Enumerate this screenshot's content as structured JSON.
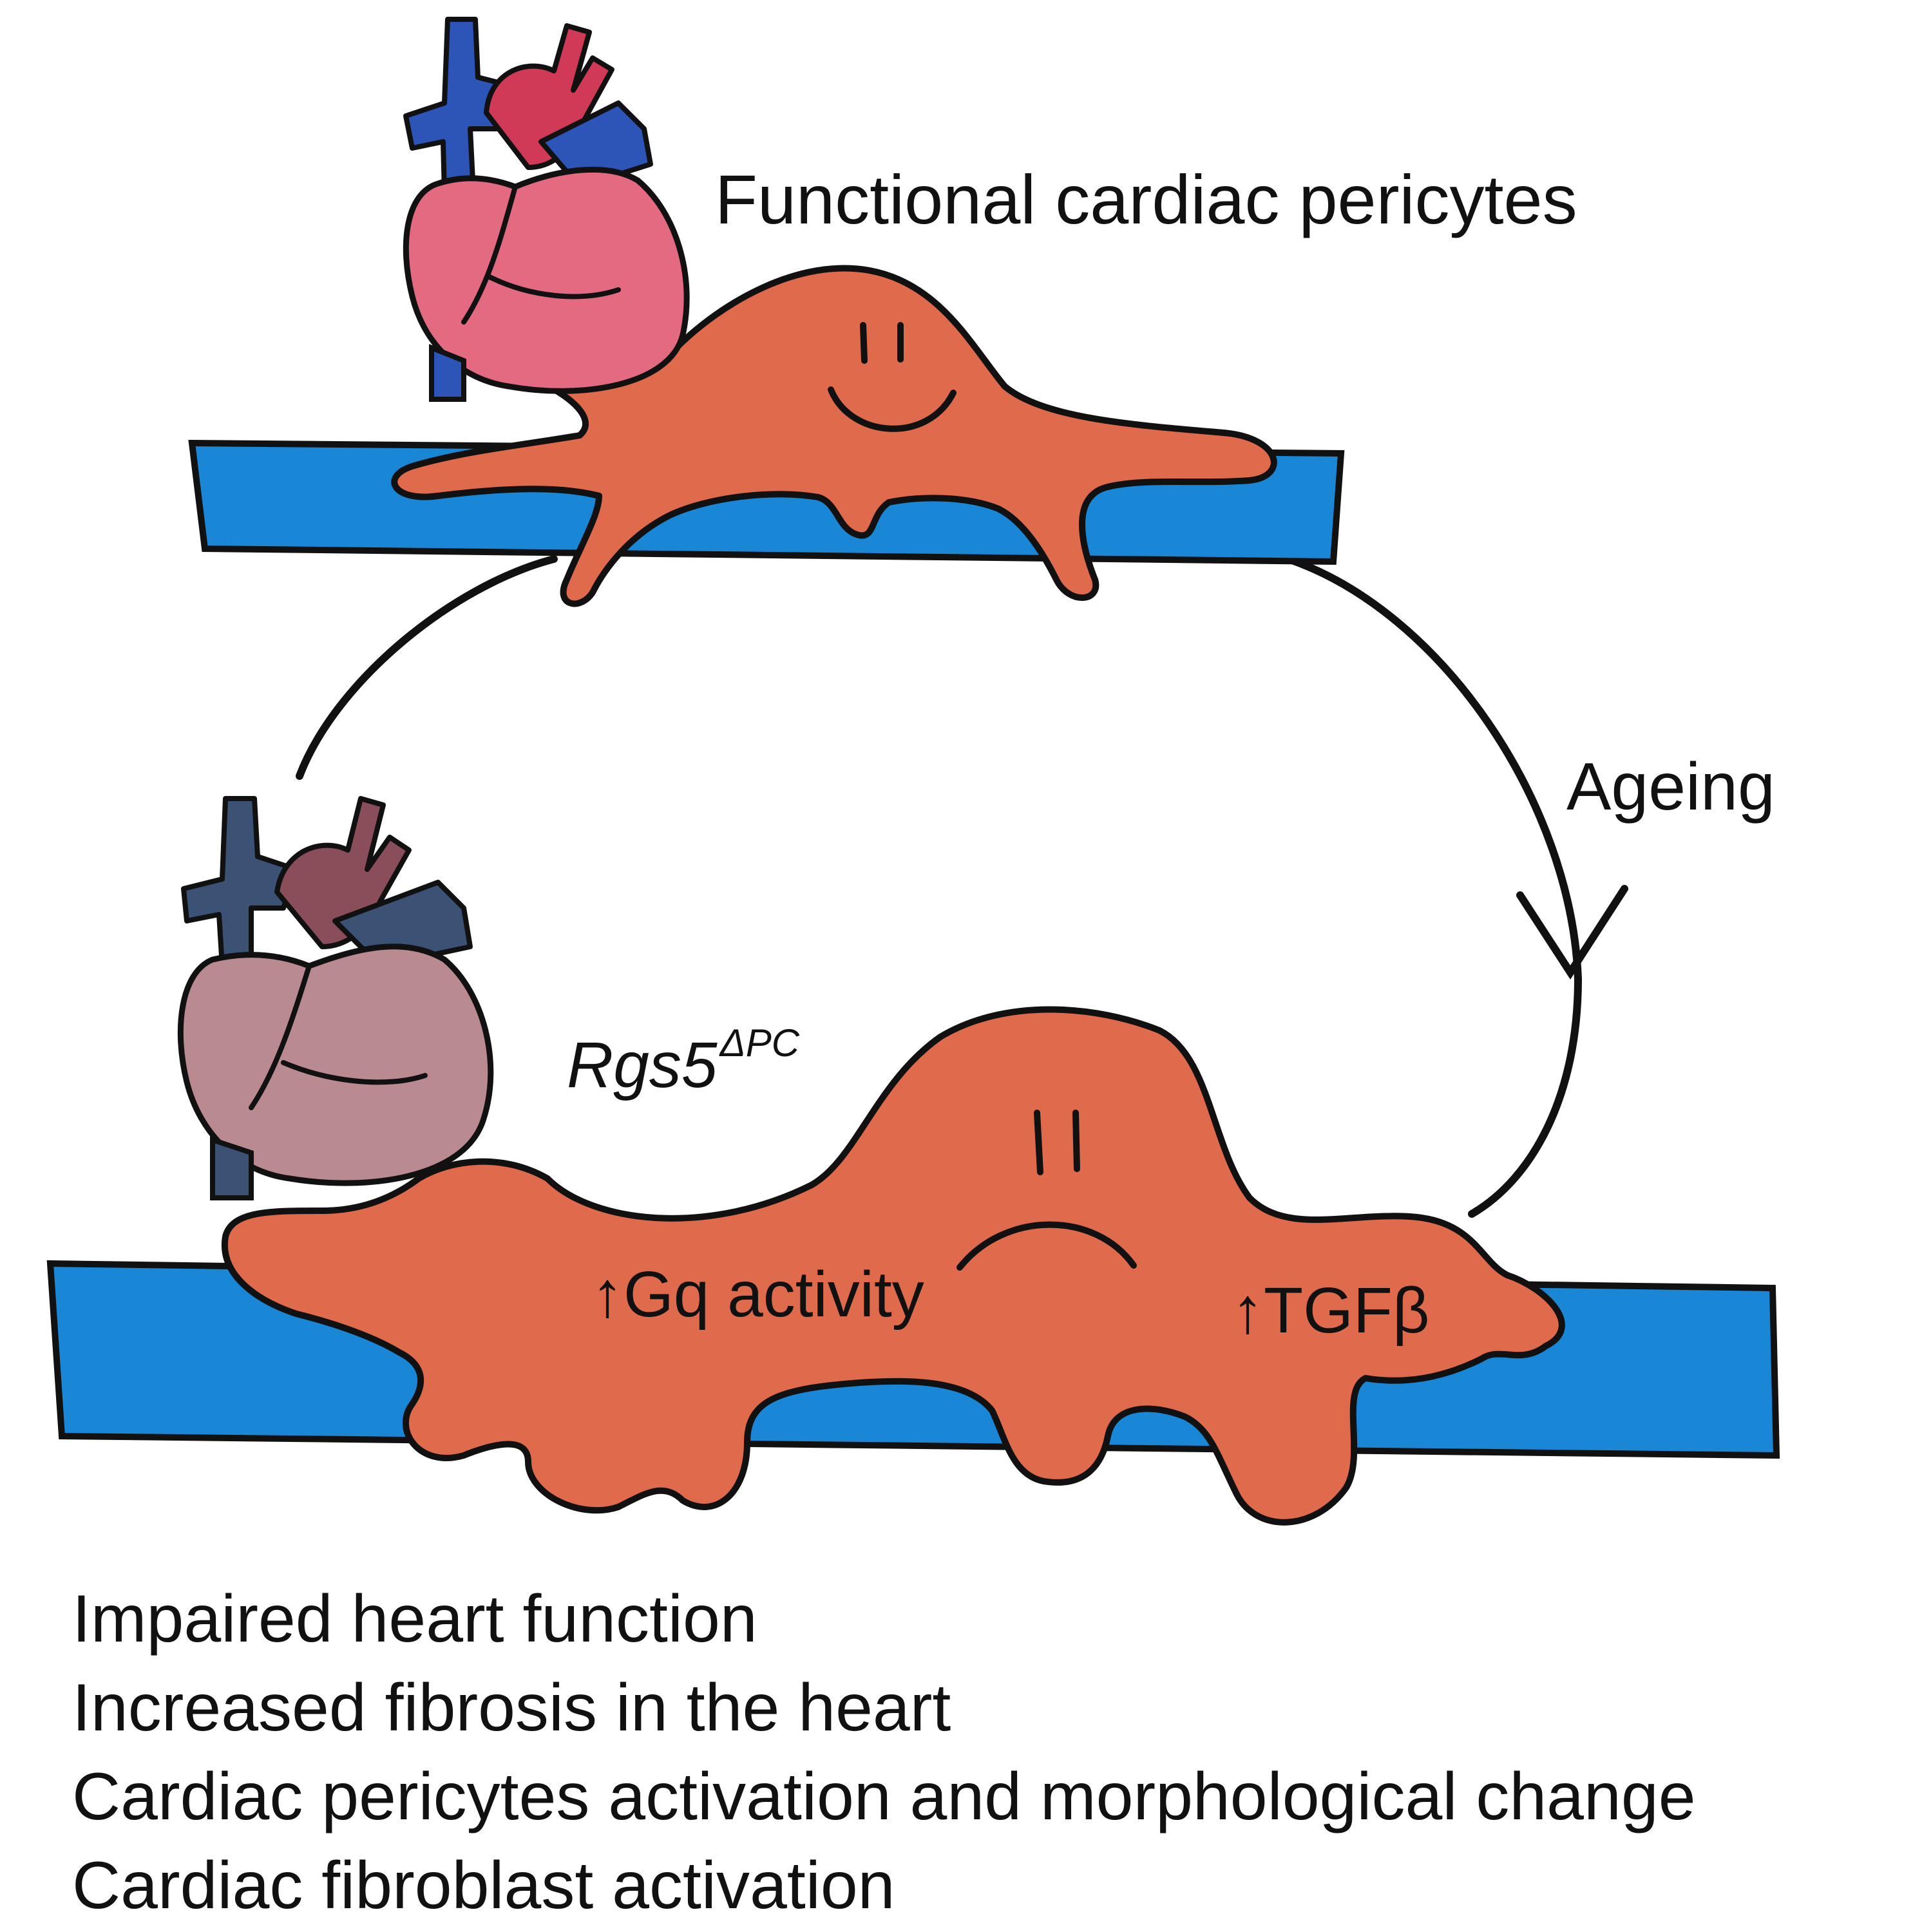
{
  "title": "Functional cardiac pericytes",
  "transition_label": "Ageing",
  "mutant": {
    "name": "Rgs5",
    "superscript": "ΔPC"
  },
  "upregulated": [
    {
      "arrow": "↑",
      "label": "Gq activity"
    },
    {
      "arrow": "↑",
      "label": "TGFβ"
    }
  ],
  "outcomes": [
    "Impaired heart function",
    "Increased fibrosis in the heart",
    "Cardiac pericytes activation and morphological change",
    "Cardiac fibroblast activation"
  ],
  "icons": {
    "healthy_heart": "heart-icon",
    "aged_heart": "heart-icon",
    "healthy_pericyte": "happy-pericyte",
    "activated_pericyte": "sad-pericyte",
    "vessel": "blood-vessel"
  },
  "colors": {
    "vessel": "#1a86d6",
    "pericyte": "#e06a4c",
    "outline": "#111111",
    "heart_healthy": "#e46a82",
    "heart_healthy_dark": "#c8354f",
    "heart_vein_healthy": "#2d55b8",
    "heart_aged": "#b98b90",
    "heart_aged_dark": "#8a4e5a",
    "heart_vein_aged": "#3b5275"
  }
}
